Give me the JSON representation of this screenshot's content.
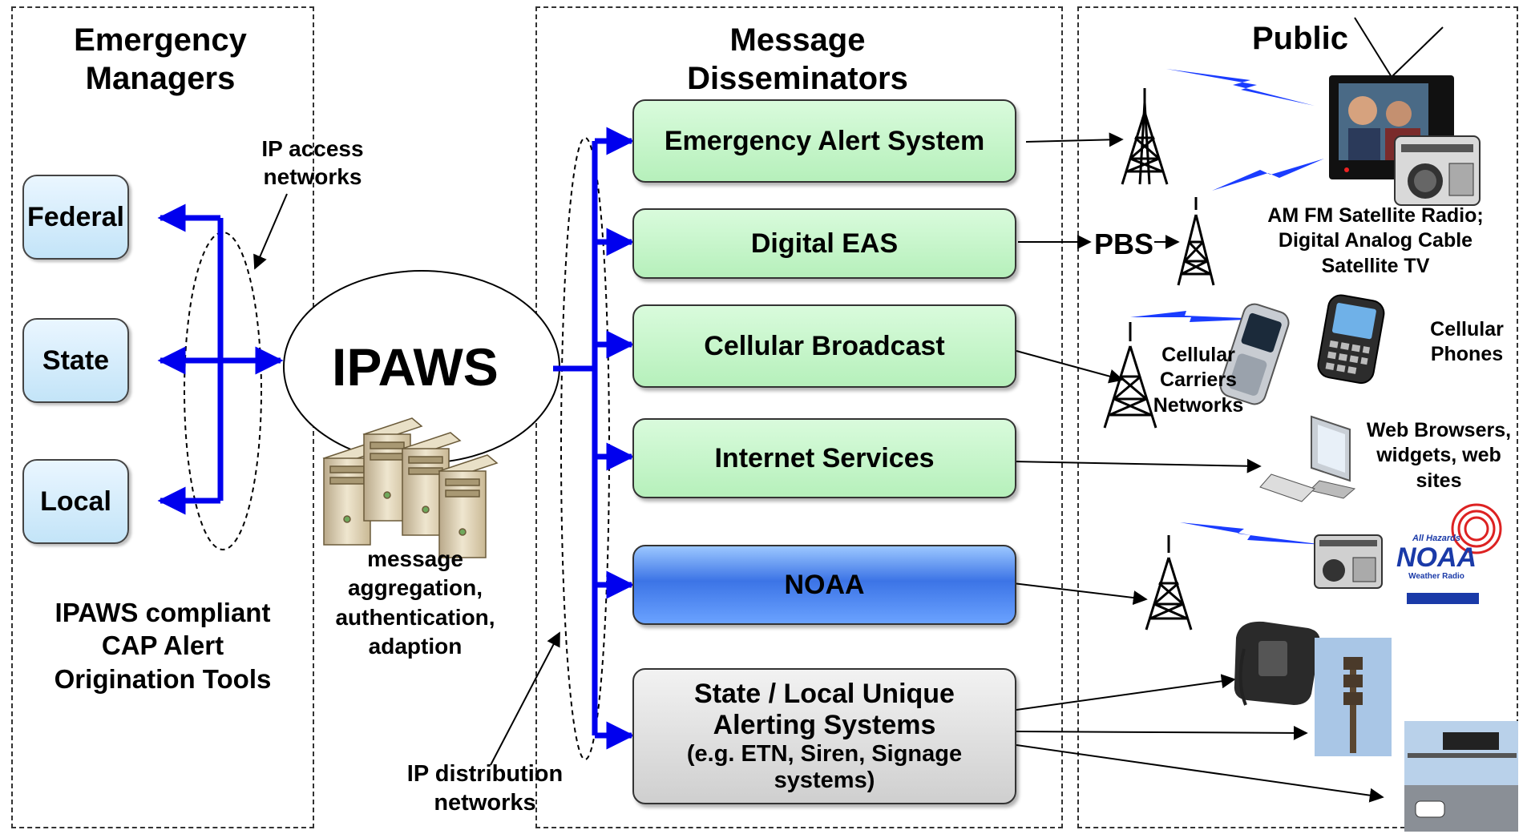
{
  "panels": {
    "emergency_managers": {
      "title_line1": "Emergency",
      "title_line2": "Managers"
    },
    "message_disseminators": {
      "title_line1": "Message",
      "title_line2": "Disseminators"
    },
    "public": {
      "title": "Public"
    }
  },
  "origins": {
    "federal": "Federal",
    "state": "State",
    "local": "Local"
  },
  "annotations": {
    "ip_access_1": "IP access",
    "ip_access_2": "networks",
    "tools_1": "IPAWS compliant",
    "tools_2": "CAP Alert",
    "tools_3": "Origination Tools",
    "aggregation_1": "message",
    "aggregation_2": "aggregation,",
    "aggregation_3": "authentication,",
    "aggregation_4": "adaption",
    "ip_dist_1": "IP distribution",
    "ip_dist_2": "networks"
  },
  "hub": {
    "label": "IPAWS"
  },
  "disseminators": {
    "eas": "Emergency Alert System",
    "digital_eas": "Digital EAS",
    "cellular": "Cellular Broadcast",
    "internet": "Internet Services",
    "noaa": "NOAA",
    "state_local_1": "State / Local Unique",
    "state_local_2": "Alerting Systems",
    "state_local_3": "(e.g. ETN, Siren, Signage",
    "state_local_4": "systems)"
  },
  "public_labels": {
    "pbs": "PBS",
    "radio_1": "AM FM Satellite Radio;",
    "radio_2": "Digital Analog Cable",
    "radio_3": "Satellite TV",
    "carriers_1": "Cellular",
    "carriers_2": "Carriers",
    "carriers_3": "Networks",
    "phones_1": "Cellular",
    "phones_2": "Phones",
    "web_1": "Web Browsers,",
    "web_2": "widgets, web",
    "web_3": "sites",
    "noaa_logo_1": "All Hazards",
    "noaa_logo_2": "NOAA",
    "noaa_logo_3": "Weather Radio"
  },
  "icons": [
    "server-icon",
    "radio-tower-icon",
    "tv-icon",
    "radio-icon",
    "flip-phone-icon",
    "smartphone-icon",
    "computer-icon",
    "noaa-weather-radio-icon",
    "desk-phone-icon",
    "siren-photo",
    "highway-sign-photo"
  ],
  "colors": {
    "connector_blue": "#0000ee",
    "box_green": "#c7f5cb",
    "box_blue": "#4a86ee",
    "box_grey": "#dcdcdc",
    "origin_blue": "#cfe9fb"
  }
}
